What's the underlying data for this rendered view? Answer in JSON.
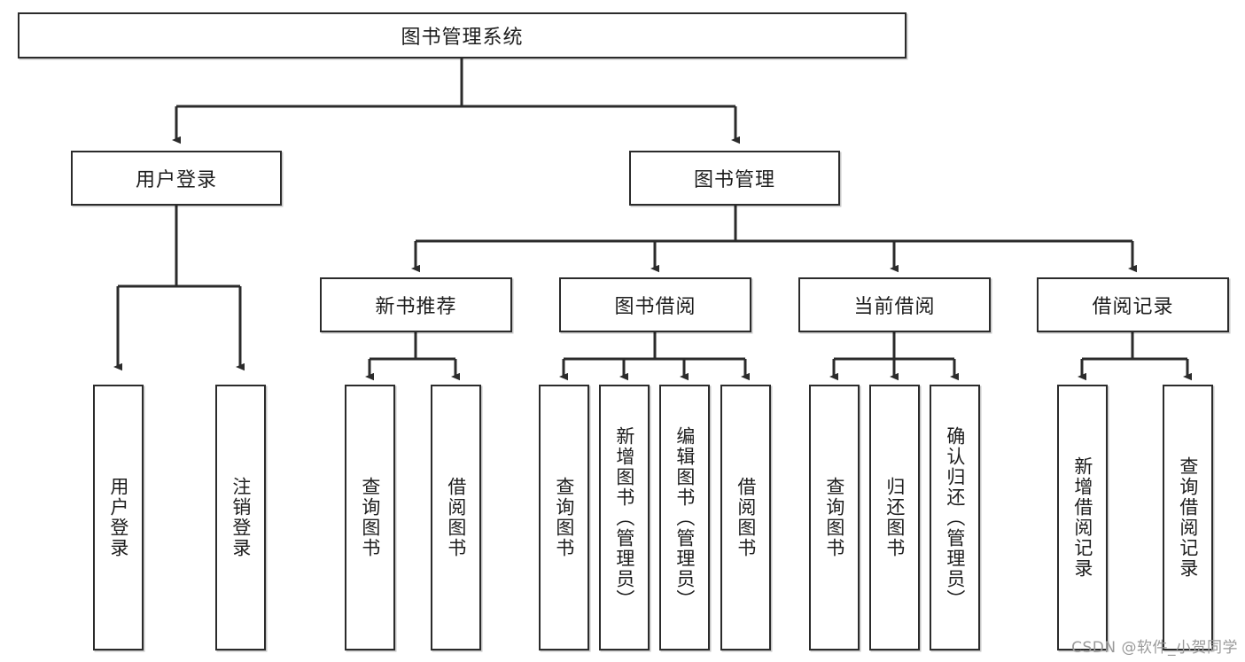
{
  "diagram": {
    "title": "图书管理系统",
    "type": "tree-hierarchy-diagram",
    "colors": {
      "box_border": "#2b2b2b",
      "box_fill": "#ffffff",
      "line": "#2b2b2b",
      "text": "#1d1d1d",
      "watermark": "#9a9a9a"
    },
    "root": {
      "label": "图书管理系统"
    },
    "level1": [
      {
        "label": "用户登录"
      },
      {
        "label": "图书管理"
      }
    ],
    "level2": [
      {
        "label": "新书推荐"
      },
      {
        "label": "图书借阅"
      },
      {
        "label": "当前借阅"
      },
      {
        "label": "借阅记录"
      }
    ],
    "leaves": {
      "user_login": [
        {
          "label": "用户登录"
        },
        {
          "label": "注销登录"
        }
      ],
      "new_book": [
        {
          "label": "查询图书"
        },
        {
          "label": "借阅图书"
        }
      ],
      "book_borrow": [
        {
          "label": "查询图书"
        },
        {
          "label": "新增图书（管理员）"
        },
        {
          "label": "编辑图书（管理员）"
        },
        {
          "label": "借阅图书"
        }
      ],
      "current_borrow": [
        {
          "label": "查询图书"
        },
        {
          "label": "归还图书"
        },
        {
          "label": "确认归还（管理员）"
        }
      ],
      "borrow_record": [
        {
          "label": "新增借阅记录"
        },
        {
          "label": "查询借阅记录"
        }
      ]
    }
  },
  "watermark": {
    "text": "CSDN @软件_小贺同学"
  }
}
